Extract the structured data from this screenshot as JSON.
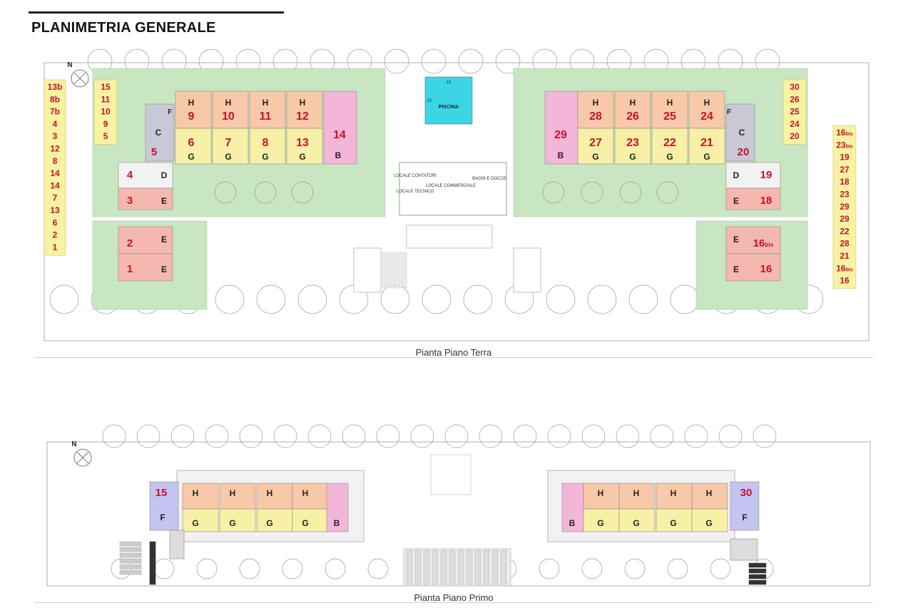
{
  "title": "PLANIMETRIA GENERALE",
  "plans": [
    {
      "caption": "Pianta Piano Terra"
    },
    {
      "caption": "Pianta Piano Primo"
    }
  ],
  "pool": {
    "label": "PISCINA",
    "dim_w": "10",
    "dim_h": "10"
  },
  "services": {
    "contatori": "LOCALE CONTATORI",
    "tecnico": "LOCALE TECNICO",
    "commerciale": "LOCALE COMMERCIALE",
    "bagni": "BAGNI E DOCCE"
  },
  "compass": "N",
  "legend_left_outer": [
    "13b",
    "8b",
    "7b",
    "4",
    "3",
    "12",
    "8",
    "14",
    "14",
    "7",
    "13",
    "6",
    "2",
    "1"
  ],
  "legend_left_inner": [
    "15",
    "11",
    "10",
    "9",
    "5"
  ],
  "legend_right_inner": [
    "30",
    "26",
    "25",
    "24",
    "20"
  ],
  "legend_right_outer": [
    "16bis",
    "23bis",
    "19",
    "27",
    "18",
    "23",
    "29",
    "29",
    "22",
    "28",
    "21",
    "16bis",
    "16"
  ],
  "colors": {
    "H": "#f8c9a8",
    "G": "#f7f0a6",
    "B": "#f4b6d8",
    "E": "#f4b8b0",
    "C": "#c9c9d6",
    "F": "#c4c4f0",
    "D": "#f3f3f3",
    "green": "#c9e6c3",
    "pool": "#3ad6e6",
    "number": "#c8102e"
  }
}
